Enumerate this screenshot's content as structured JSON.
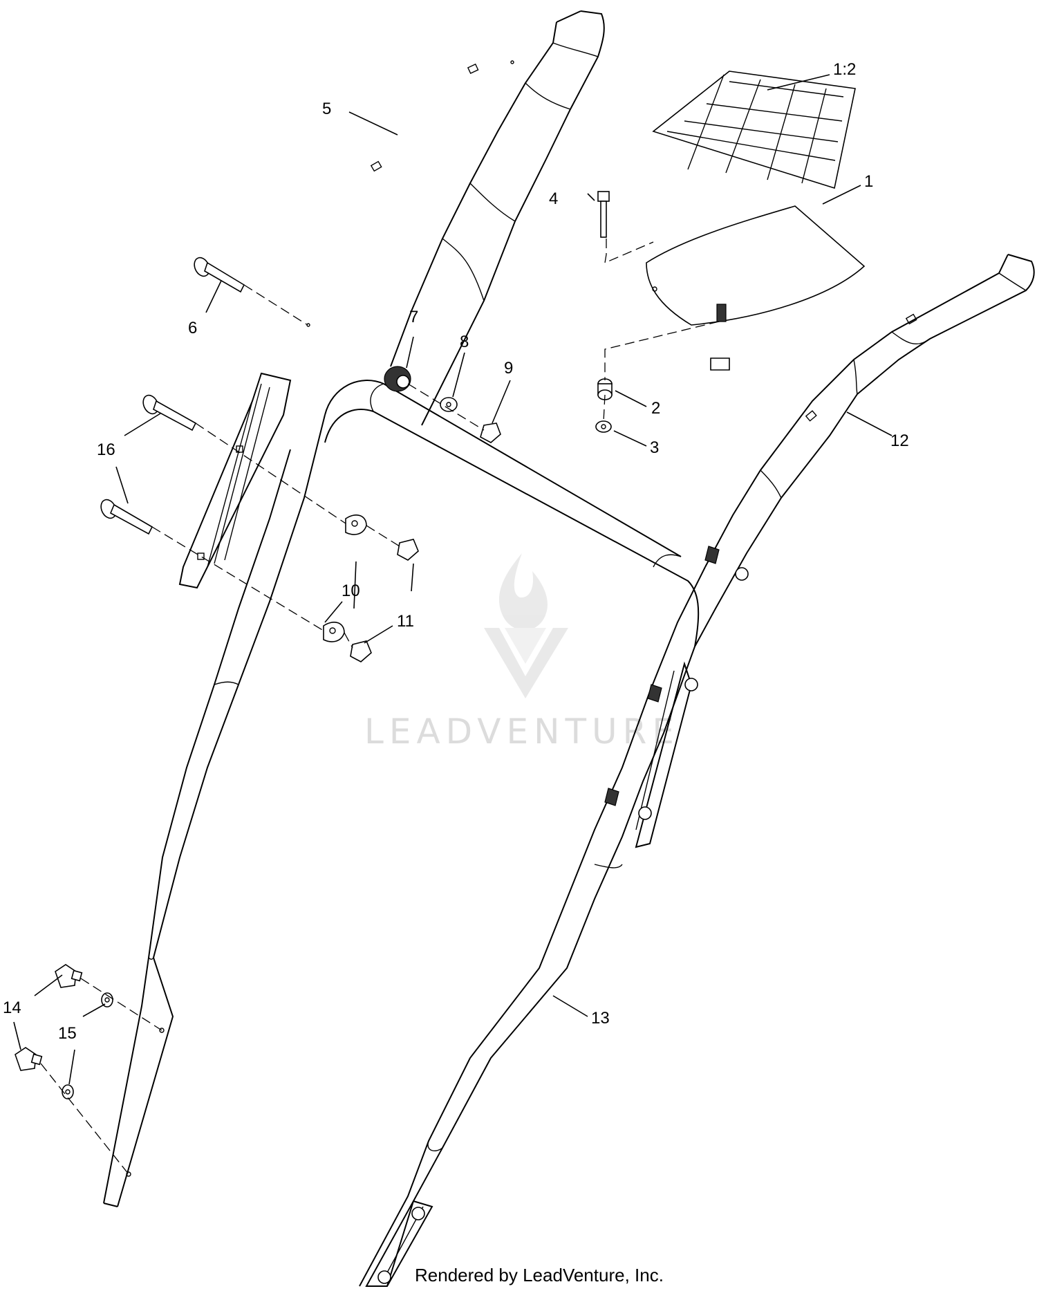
{
  "callouts": {
    "c1": "1",
    "c1_2": "1:2",
    "c2": "2",
    "c3": "3",
    "c4": "4",
    "c5": "5",
    "c6": "6",
    "c7": "7",
    "c8": "8",
    "c9": "9",
    "c10": "10",
    "c11": "11",
    "c12": "12",
    "c13": "13",
    "c14": "14",
    "c15": "15",
    "c16": "16"
  },
  "watermark": {
    "text": "LEADVENTURE"
  },
  "footer": {
    "credit": "Rendered by LeadVenture, Inc."
  }
}
